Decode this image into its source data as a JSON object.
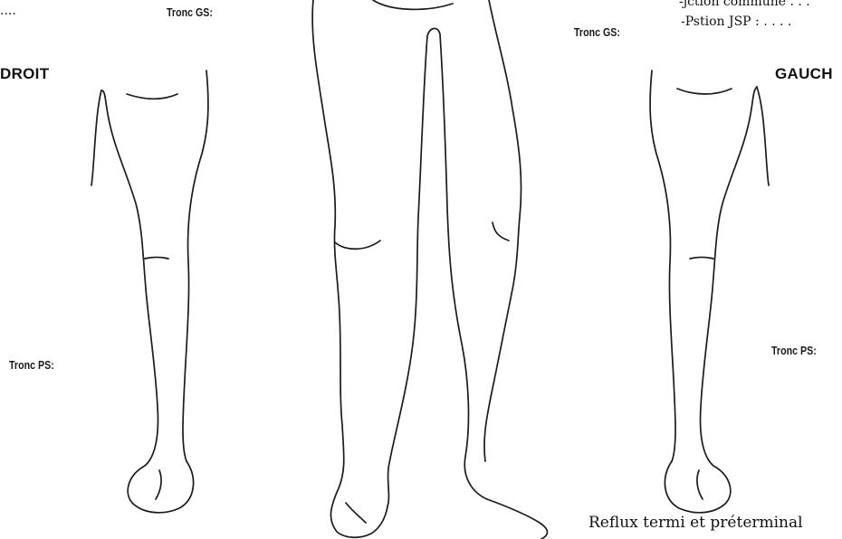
{
  "labels": {
    "top_left_dots": "....",
    "tronc_gs_left": "Tronc GS:",
    "tronc_gs_right": "Tronc GS:",
    "jction_commune": "-jction commune . . .",
    "pstion_jsp": "-Pstion JSP : . . . .",
    "droit": "DROIT",
    "gauche": "GAUCH",
    "tronc_ps_left": "Tronc PS:",
    "tronc_ps_right": "Tronc PS:",
    "reflux": "Reflux termi et préterminal"
  }
}
